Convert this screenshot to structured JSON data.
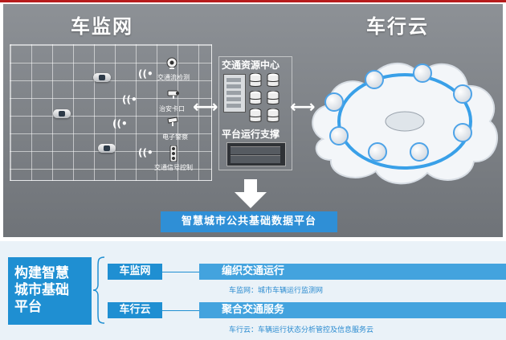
{
  "top_panel": {
    "left_title": "车监网",
    "right_title": "车行云",
    "devices": [
      {
        "label": "交通流检测",
        "icon": "camera-dome-icon"
      },
      {
        "label": "治安卡口",
        "icon": "bullet-camera-icon"
      },
      {
        "label": "电子警察",
        "icon": "cctv-camera-icon"
      },
      {
        "label": "交通信号控制",
        "icon": "traffic-light-icon"
      }
    ],
    "center_title": "交通资源中心",
    "center_subtitle": "平台运行支撑",
    "cloud_nodes": [
      "",
      "",
      "",
      "",
      "",
      "",
      "",
      "",
      "",
      ""
    ],
    "platform": "智慧城市公共基础数据平台"
  },
  "bottom_panel": {
    "left_label_lines": [
      "构建智慧",
      "城市基础",
      "平台"
    ],
    "rows": [
      {
        "tag": "车监网",
        "title": "编织交通运行",
        "desc": "车监网：城市车辆运行监测网"
      },
      {
        "tag": "车行云",
        "title": "聚合交通服务",
        "desc": "车行云：车辆运行状态分析管控及信息服务云"
      }
    ]
  },
  "colors": {
    "accent": "#1f8fd2",
    "bar": "#43a3de",
    "topline": "#b71c1c"
  }
}
